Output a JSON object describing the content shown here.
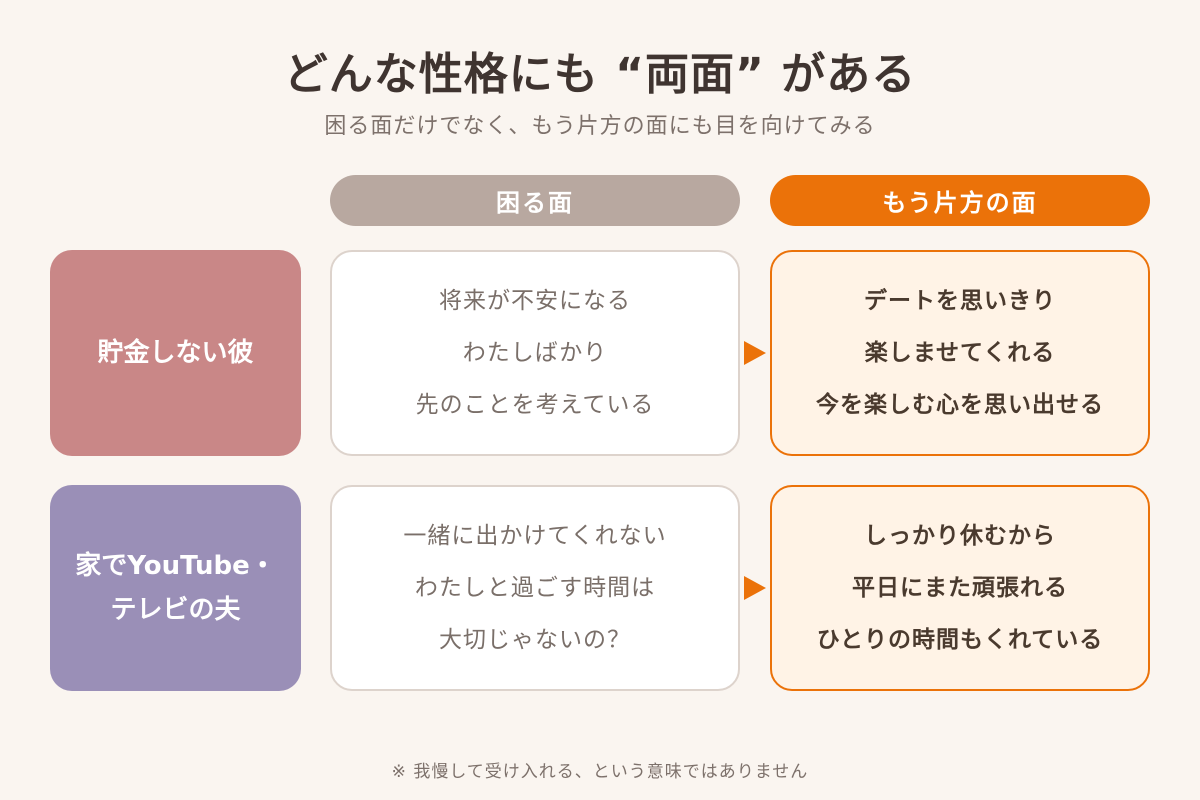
{
  "title": "どんな性格にも “両面” がある",
  "subtitle": "困る面だけでなく、もう片方の面にも目を向けてみる",
  "headers": {
    "bad": "困る面",
    "good": "もう片方の面"
  },
  "rows": [
    {
      "label": [
        "貯金しない彼"
      ],
      "bad": [
        "将来が不安になる",
        "わたしばかり",
        "先のことを考えている"
      ],
      "good": [
        "デートを思いきり",
        "楽しませてくれる",
        "今を楽しむ心を思い出せる"
      ]
    },
    {
      "label": [
        "家でYouTube・",
        "テレビの夫"
      ],
      "bad": [
        "一緒に出かけてくれない",
        "わたしと過ごす時間は",
        "大切じゃないの？"
      ],
      "good": [
        "しっかり休むから",
        "平日にまた頑張れる",
        "ひとりの時間もくれている"
      ]
    }
  ],
  "footnote": "※ 我慢して受け入れる、という意味ではありません",
  "colors": {
    "background": "#faf5f0",
    "bad_header": "#b8a8a0",
    "accent": "#eb7209",
    "row1_label": "#c98787",
    "row2_label": "#9a8fb7"
  }
}
